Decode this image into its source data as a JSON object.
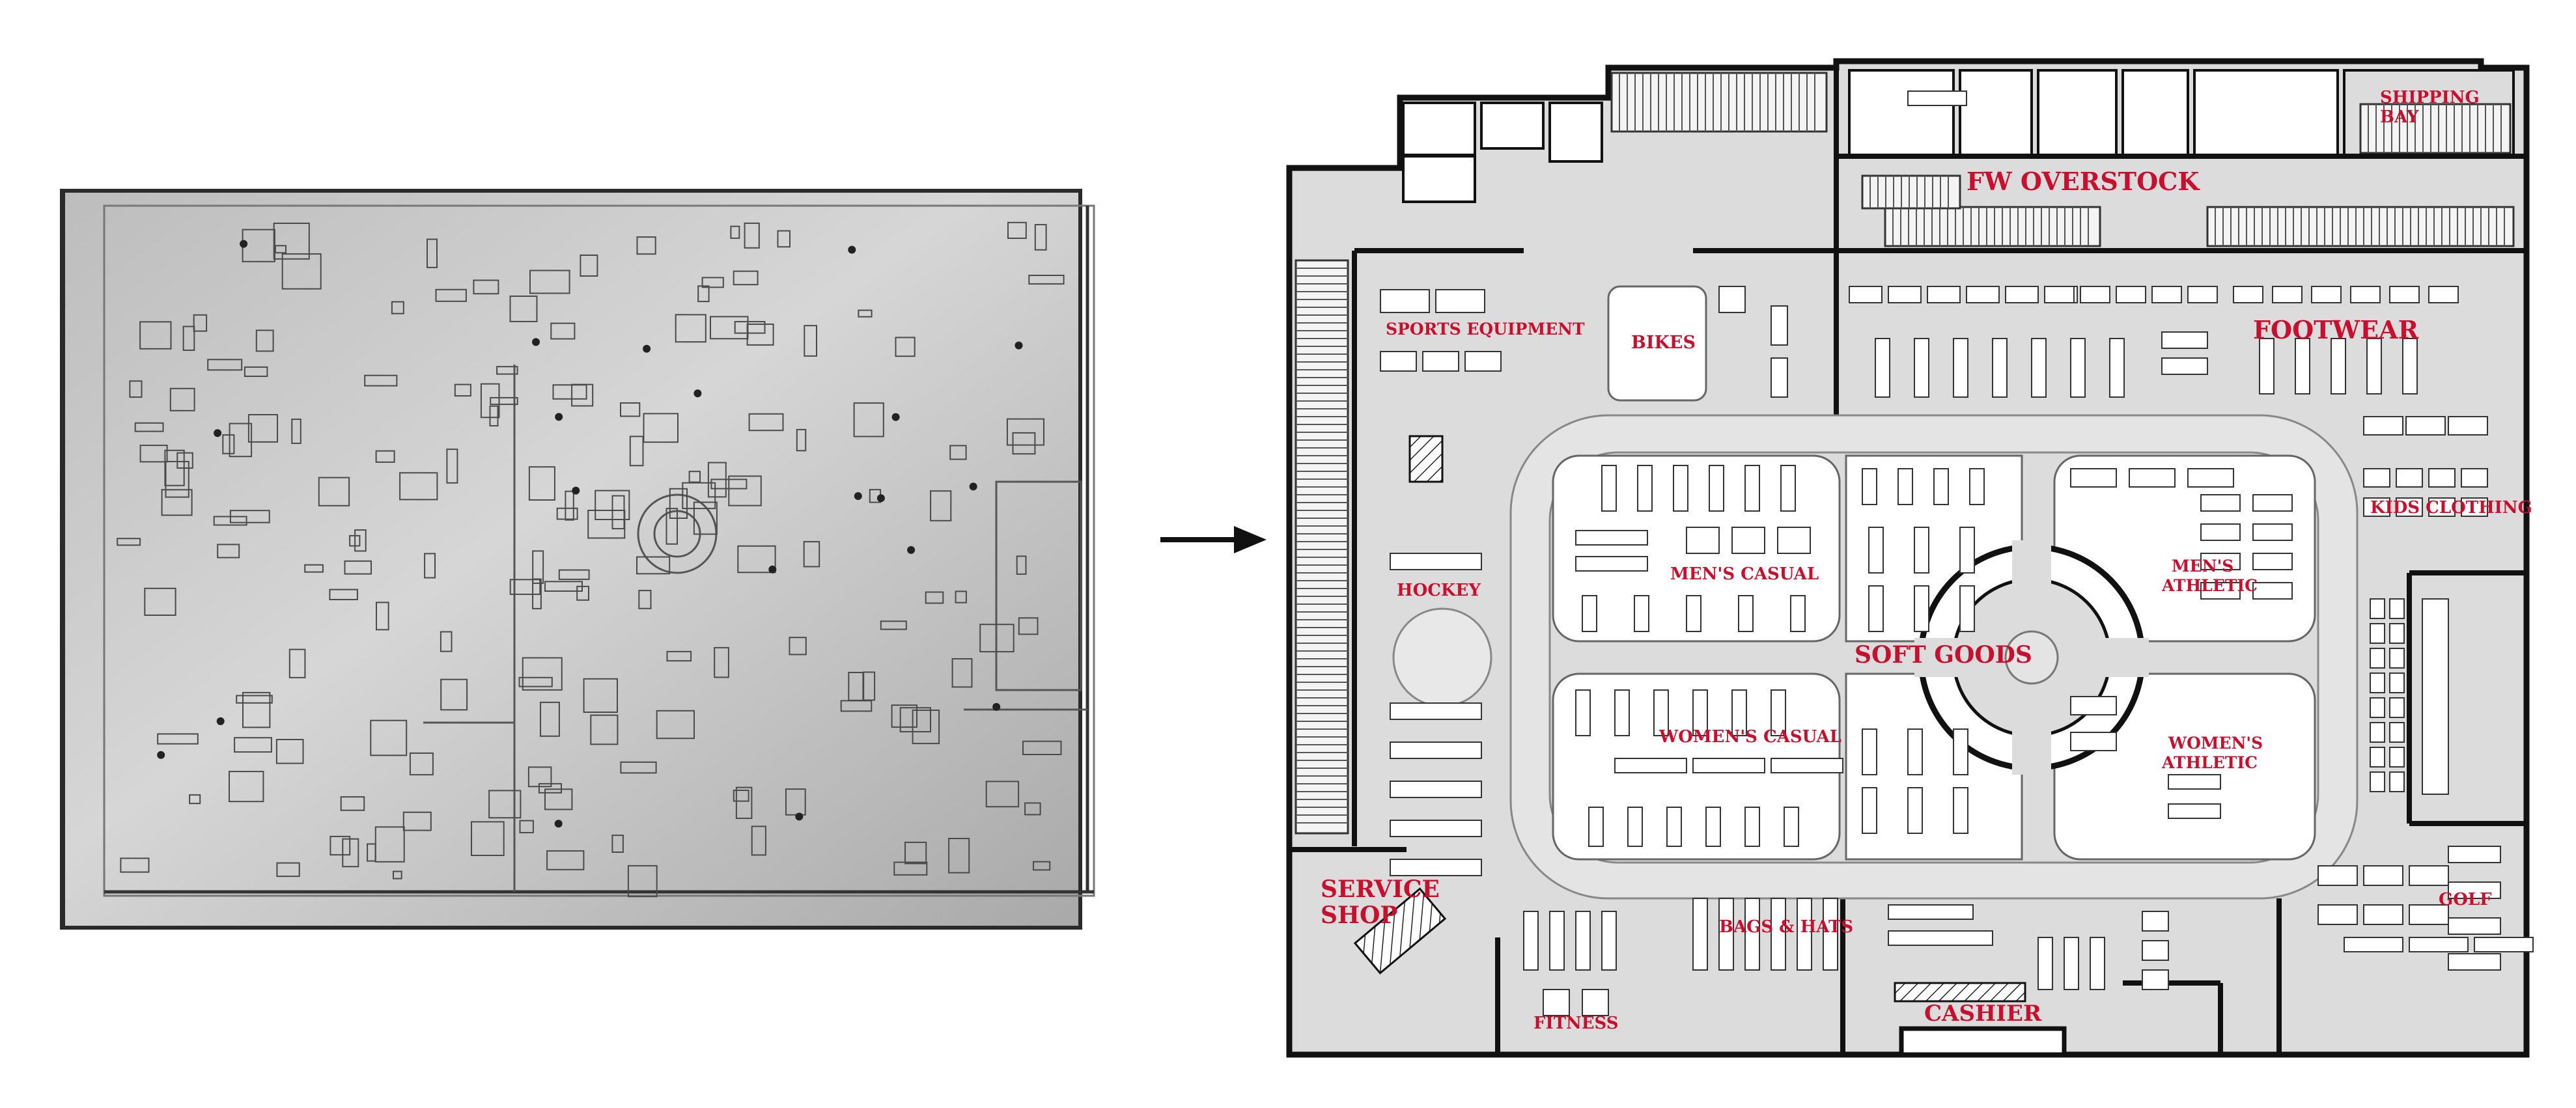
{
  "colors": {
    "label_red": "#c8102e",
    "floor_fill": "#dcdcdc",
    "fixture_fill": "#ffffff",
    "wall": "#111111",
    "photo_dark": "#2a2a2a",
    "photo_light": "#c9c9c9"
  },
  "arrow": {
    "icon": "arrow-right-icon"
  },
  "departments": {
    "shipping_bay": [
      "SHIPPING",
      "BAY"
    ],
    "fw_overstock": "FW OVERSTOCK",
    "sports_equipment": "SPORTS EQUIPMENT",
    "bikes": "BIKES",
    "footwear": "FOOTWEAR",
    "kids_clothing": "KIDS CLOTHING",
    "hockey": "HOCKEY",
    "mens_casual": "MEN'S CASUAL",
    "mens_athletic": [
      "MEN'S",
      "ATHLETIC"
    ],
    "soft_goods": "SOFT GOODS",
    "womens_casual": "WOMEN'S CASUAL",
    "womens_athletic": [
      "WOMEN'S",
      "ATHLETIC"
    ],
    "service_shop": [
      "SERVICE",
      "SHOP"
    ],
    "bags_hats": "BAGS & HATS",
    "fitness": "FITNESS",
    "cashier": "CASHIER",
    "golf": "GOLF"
  }
}
